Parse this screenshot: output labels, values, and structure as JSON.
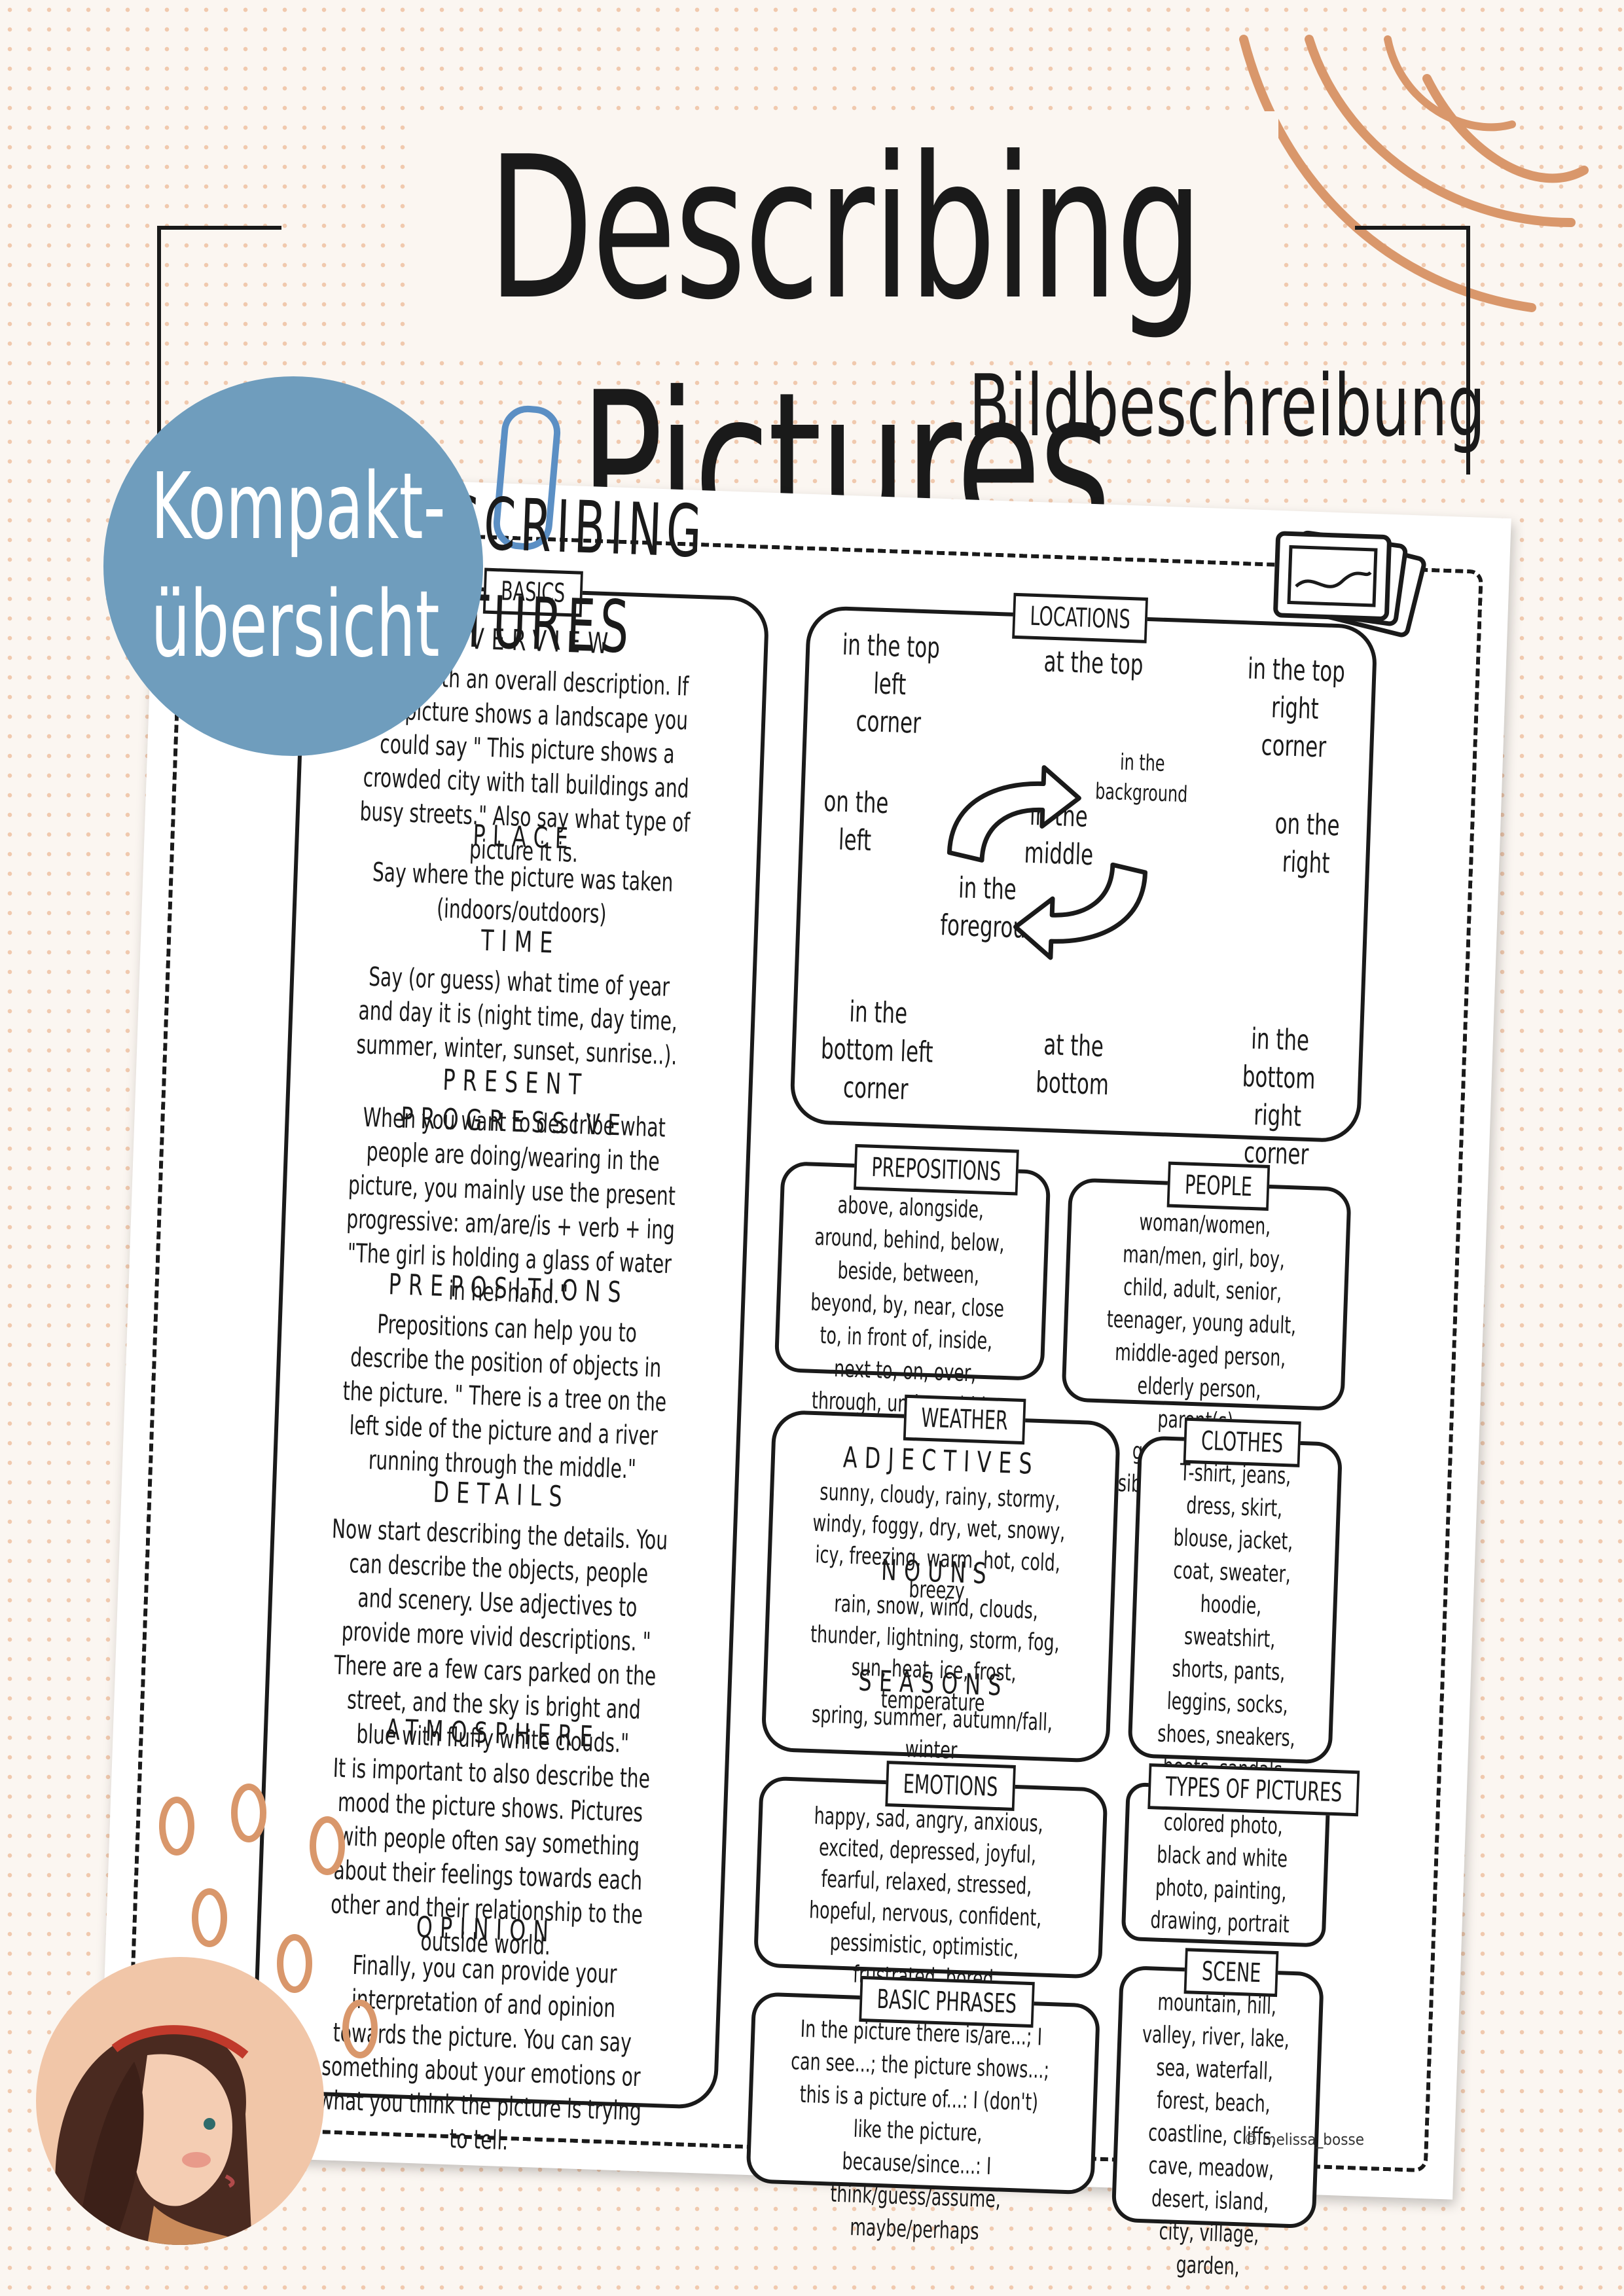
{
  "header": {
    "title": "Describing Pictures",
    "subtitle": "Bildbeschreibung",
    "badge_line1": "Kompakt-",
    "badge_line2": "übersicht"
  },
  "sheet": {
    "title": "DESCRIBING PICTURES",
    "basics": {
      "label": "BASICS",
      "sections": [
        {
          "heading": "OVERVIEW",
          "text": "Start with an overall description. If the picture shows a landscape you could say \" This picture shows a crowded city with tall buildings and busy streets.\" Also say what type of picture it is."
        },
        {
          "heading": "PLACE",
          "text": "Say where the picture was taken (indoors/outdoors)"
        },
        {
          "heading": "TIME",
          "text": "Say (or guess) what time of year and day it is (night time, day time, summer, winter, sunset, sunrise..)."
        },
        {
          "heading": "PRESENT PROGRESSIVE",
          "text": "When you want to describe what people are doing/wearing in the picture, you mainly use the present progressive: am/are/is + verb + ing \"The girl is holding a glass of water in her hand.\""
        },
        {
          "heading": "PREPOSITIONS",
          "text": "Prepositions can help you to describe the position of objects in the picture. \" There is a tree on the left side of the picture and a river running through the middle.\""
        },
        {
          "heading": "DETAILS",
          "text": "Now start describing the details. You can describe the objects, people and scenery. Use adjectives to provide more vivid descriptions. \" There are a few cars parked on the street, and the sky is bright and blue with fluffy white clouds.\""
        },
        {
          "heading": "ATMOSPHERE",
          "text": "It is important to also describe the mood the picture shows. Pictures with people often say something about their feelings towards each other and their relationship to the outside world."
        },
        {
          "heading": "OPINION",
          "text": "Finally, you can provide your interpretation of and opinion towards the picture. You can say something about your emotions or what you think the picture is trying to tell."
        }
      ]
    },
    "locations": {
      "label": "LOCATIONS",
      "top_left": "in the top left corner",
      "top": "at the top",
      "top_right": "in the top right corner",
      "background": "in the background",
      "left": "on the left",
      "middle": "in the middle",
      "right": "on the right",
      "foreground": "in the foreground",
      "bottom_left": "in the bottom left corner",
      "bottom": "at the bottom",
      "bottom_right": "in the bottom right corner"
    },
    "prepositions": {
      "label": "PREPOSITIONS",
      "text": "above, alongside, around, behind, below, beside, between, beyond, by, near, close to, in front of, inside, next to, on, over, through, under, within"
    },
    "people": {
      "label": "PEOPLE",
      "text": "woman/women, man/men, girl, boy, child, adult, senior, teenager, young adult, middle-aged person, elderly person, parent(s), grandparent(s), sibling(s), friend(s)"
    },
    "weather": {
      "label": "WEATHER",
      "adj_heading": "ADJECTIVES",
      "adj_text": "sunny, cloudy, rainy, stormy, windy, foggy, dry, wet, snowy, icy, freezing, warm, hot, cold, breezy",
      "noun_heading": "NOUNS",
      "noun_text": "rain, snow, wind, clouds, thunder, lightning, storm, fog, sun, heat, ice, frost, temperature",
      "season_heading": "SEASONS",
      "season_text": "spring, summer, autumn/fall, winter"
    },
    "clothes": {
      "label": "CLOTHES",
      "text": "T-shirt, jeans, dress, skirt, blouse, jacket, coat, sweater, hoodie, sweatshirt, shorts, pants, leggins, socks, shoes, sneakers, boots, sandals, hat, scarf, gloves, belt, tie, suit, blazer"
    },
    "emotions": {
      "label": "EMOTIONS",
      "text": "happy, sad, angry, anxious, excited, depressed, joyful, fearful, relaxed, stressed, hopeful, nervous, confident, pessimistic, optimistic, frustrated, bored"
    },
    "types": {
      "label": "TYPES OF PICTURES",
      "text": "colored photo, black and white photo, painting, drawing, portrait"
    },
    "phrases": {
      "label": "BASIC PHRASES",
      "text": "In the picture there is/are...; I can see...; the picture shows...; this is a picture of...: I (don't) like the picture, because/since...: I think/guess/assume, maybe/perhaps"
    },
    "scene": {
      "label": "SCENE",
      "text": "mountain, hill, valley, river, lake, sea, waterfall, forest, beach, coastline, cliffs, cave, meadow, desert, island, city, village, garden,"
    },
    "credit": "© melissa_bosse"
  },
  "colors": {
    "accent_blue": "#6f9dbd",
    "accent_orange": "#d9976b",
    "ink": "#1a1a1a"
  }
}
